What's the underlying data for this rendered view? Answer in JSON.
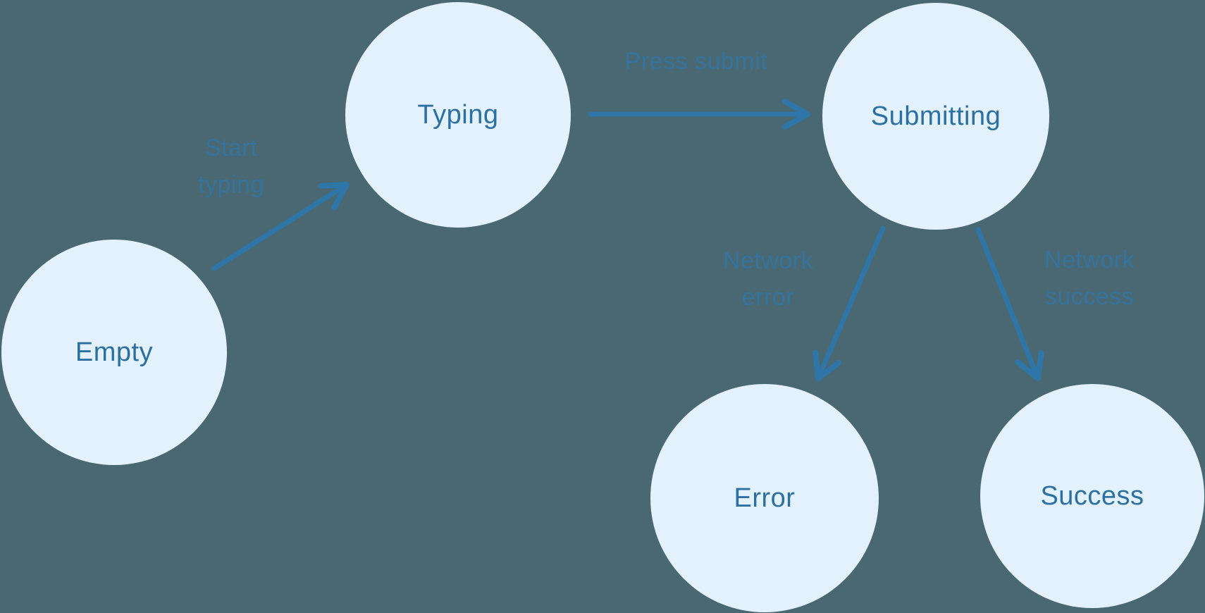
{
  "diagram_type": "state-machine",
  "nodes": [
    {
      "id": "empty",
      "label": "Empty"
    },
    {
      "id": "typing",
      "label": "Typing"
    },
    {
      "id": "submitting",
      "label": "Submitting"
    },
    {
      "id": "error",
      "label": "Error"
    },
    {
      "id": "success",
      "label": "Success"
    }
  ],
  "edges": [
    {
      "id": "start-typing",
      "from": "Empty",
      "to": "Typing",
      "label_lines": [
        "Start",
        "typing"
      ]
    },
    {
      "id": "press-submit",
      "from": "Typing",
      "to": "Submitting",
      "label_lines": [
        "Press submit"
      ]
    },
    {
      "id": "network-error",
      "from": "Submitting",
      "to": "Error",
      "label_lines": [
        "Network",
        "error"
      ]
    },
    {
      "id": "network-success",
      "from": "Submitting",
      "to": "Success",
      "label_lines": [
        "Network",
        "success"
      ]
    }
  ],
  "colors": {
    "background": "#4a6872",
    "node_fill": "#e2f1fc",
    "node_text": "#2b70a0",
    "arrow": "#2e76a8",
    "edge_label": "#2e76a8"
  }
}
